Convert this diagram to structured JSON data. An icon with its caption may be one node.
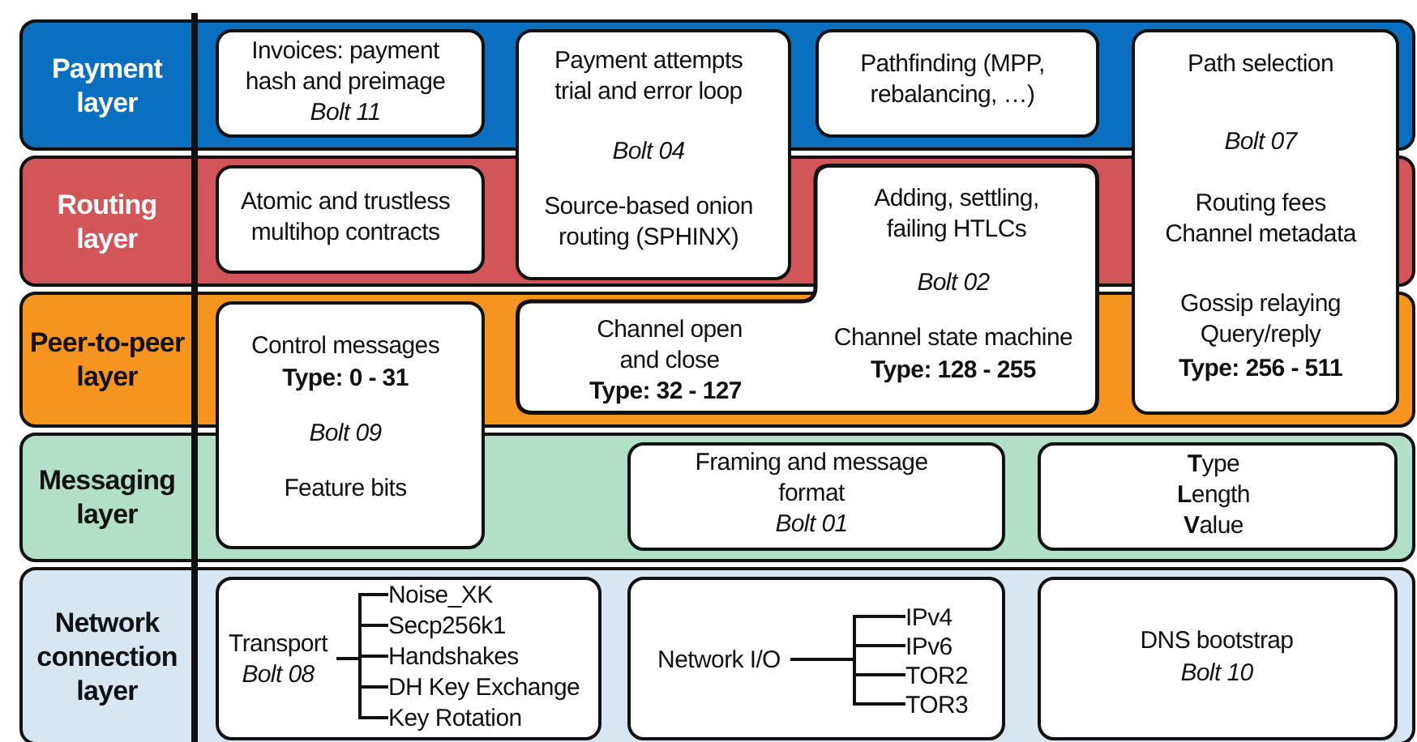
{
  "diagram": {
    "nodes": [
      {
        "text": [
          "Payment layer"
        ]
      },
      {
        "text": [
          "Routing layer"
        ]
      },
      {
        "text": [
          "Peer-to-peer layer"
        ]
      },
      {
        "text": [
          "Messaging layer"
        ]
      },
      {
        "text": [
          "Network connection layer"
        ]
      },
      {
        "text": [
          "Invoices: payment hash and preimage",
          "Bolt 11"
        ],
        "in": 0
      },
      {
        "text": [
          "Payment attempts trial and error loop",
          "Bolt 04",
          "Source-based onion routing (SPHINX)"
        ]
      },
      {
        "text": [
          "Pathfinding (MPP, rebalancing, …)"
        ],
        "in": 0
      },
      {
        "text": [
          "Path selection",
          "Bolt 07",
          "Routing fees Channel metadata",
          "Gossip relaying Query/reply",
          "Type: 256 - 511"
        ]
      },
      {
        "text": [
          "Atomic and trustless multihop contracts"
        ],
        "in": 1
      },
      {
        "text": [
          "Adding, settling, failing HTLCs",
          "Bolt 02",
          "Channel open and close",
          "Type: 32 - 127",
          "Channel state machine",
          "Type: 128 - 255"
        ]
      },
      {
        "text": [
          "Control messages",
          "Type: 0 - 31",
          "Bolt 09",
          "Feature bits"
        ]
      },
      {
        "text": [
          "Framing and message format",
          "Bolt 01"
        ],
        "in": 3
      },
      {
        "text": [
          "**T**ype **L**ength **V**alue"
        ],
        "in": 3
      },
      {
        "text": [],
        "shape": "box",
        "in": 4
      },
      {
        "text": [
          "Transport",
          "Bolt 08"
        ],
        "in": 14
      },
      {
        "text": [
          "Noise_XK"
        ],
        "in": 14
      },
      {
        "text": [
          "Secp256k1"
        ],
        "in": 14
      },
      {
        "text": [
          "Handshakes"
        ],
        "in": 14
      },
      {
        "text": [
          "DH Key Exchange"
        ],
        "in": 14
      },
      {
        "text": [
          "Key Rotation"
        ],
        "in": 14
      },
      {
        "text": [],
        "shape": "box",
        "in": 4
      },
      {
        "text": [
          "Network I/O"
        ],
        "in": 21
      },
      {
        "text": [
          "IPv4"
        ],
        "in": 21
      },
      {
        "text": [
          "IPv6"
        ],
        "in": 21
      },
      {
        "text": [
          "TOR2"
        ],
        "in": 21
      },
      {
        "text": [
          "TOR3"
        ],
        "in": 21
      },
      {
        "text": [
          "DNS bootstrap",
          "Bolt 10"
        ],
        "in": 4
      }
    ],
    "edges": [
      {
        "from": 15,
        "to": 16,
        "arrow": "none"
      },
      {
        "from": 15,
        "to": 17,
        "arrow": "none"
      },
      {
        "from": 15,
        "to": 18,
        "arrow": "none"
      },
      {
        "from": 15,
        "to": 19,
        "arrow": "none"
      },
      {
        "from": 15,
        "to": 20,
        "arrow": "none"
      },
      {
        "from": 22,
        "to": 23,
        "arrow": "none"
      },
      {
        "from": 22,
        "to": 24,
        "arrow": "none"
      },
      {
        "from": 22,
        "to": 25,
        "arrow": "none"
      },
      {
        "from": 22,
        "to": 26,
        "arrow": "none"
      }
    ]
  }
}
